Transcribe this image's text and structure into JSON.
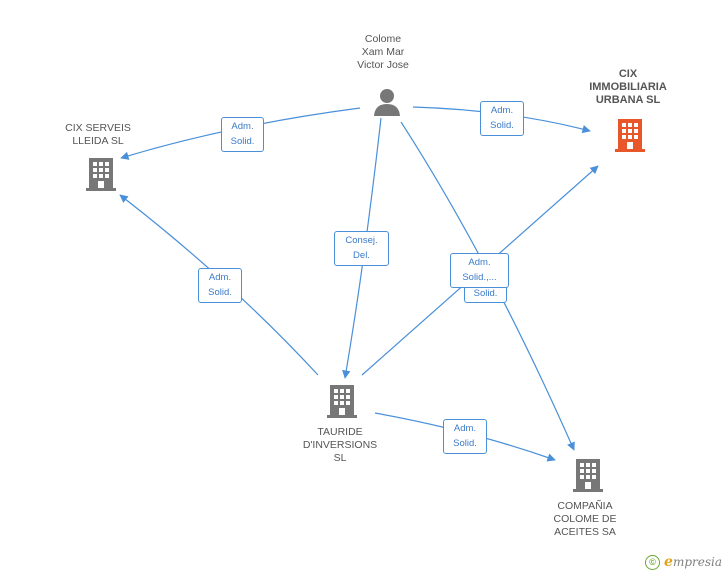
{
  "nodes": {
    "person": {
      "label": "Colome\nXam Mar\nVictor Jose",
      "icon": "person-icon"
    },
    "cix_inmobiliaria": {
      "label": "CIX\nIMMOBILIARIA\nURBANA SL",
      "icon": "building-icon",
      "color": "#e8572a"
    },
    "cix_serveis": {
      "label": "CIX SERVEIS\nLLEIDA  SL",
      "icon": "building-icon",
      "color": "#777777"
    },
    "tauride": {
      "label": "TAURIDE\nD'INVERSIONS\nSL",
      "icon": "building-icon",
      "color": "#777777"
    },
    "compania": {
      "label": "COMPAÑIA\nCOLOME DE\nACEITES SA",
      "icon": "building-icon",
      "color": "#777777"
    }
  },
  "edge_labels": {
    "adm_solid_1": "Adm.\nSolid.",
    "adm_solid_2": "Adm.\nSolid.",
    "consej_del": "Consej.\nDel.",
    "adm_solid_3": "Adm.\nSolid.",
    "adm_solid_multi": "Adm.\nSolid.,...",
    "solid_back": "Solid.",
    "adm_solid_4": "Adm.\nSolid."
  },
  "colors": {
    "edge": "#4a90d9",
    "accent": "#e8572a"
  },
  "footer": {
    "copyright": "©",
    "brand_e": "e",
    "brand_rest": "mpresia"
  }
}
